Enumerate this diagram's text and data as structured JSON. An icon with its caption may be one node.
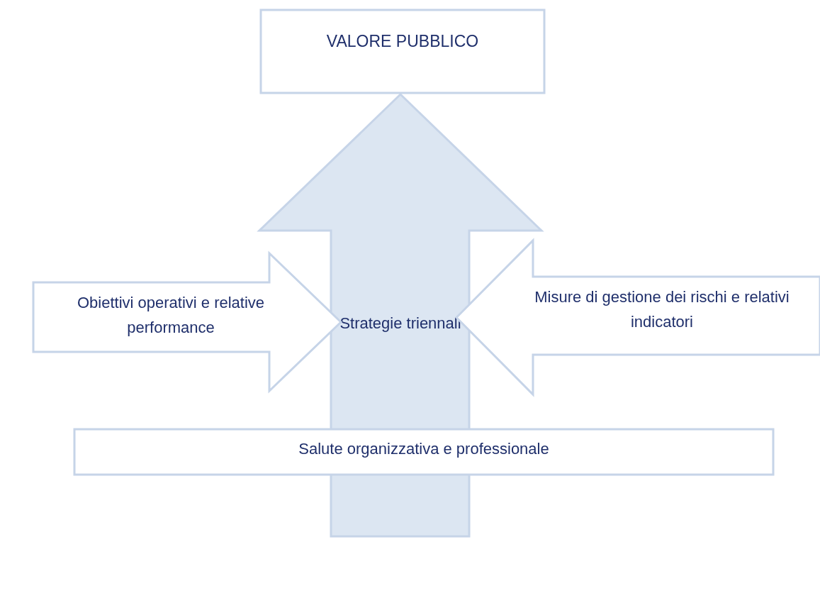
{
  "diagram": {
    "nodes": [
      {
        "text": [
          "VALORE PUBBLICO"
        ]
      },
      {
        "text": [
          "Strategie triennali"
        ]
      },
      {
        "text": [
          "Obiettivi operativi e relative performance"
        ]
      },
      {
        "text": [
          "Misure di gestione dei rischi e relativi indicatori"
        ]
      },
      {
        "text": [
          "Salute organizzativa e professionale"
        ]
      }
    ]
  }
}
